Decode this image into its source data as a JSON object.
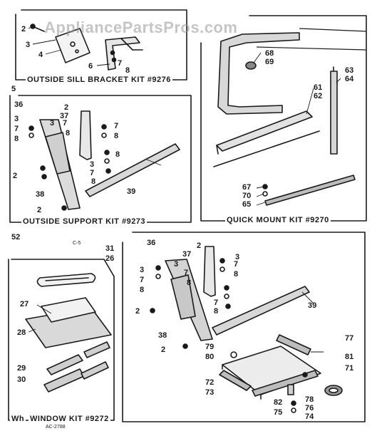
{
  "watermark": "AppliancePartsPros.com",
  "kits": {
    "sill_bracket": "OUTSIDE SILL BRACKET KIT #9276",
    "support": "OUTSIDE SUPPORT KIT #9273",
    "quick_mount": "QUICK MOUNT KIT #9270",
    "window": "WINDOW KIT #9272"
  },
  "window_kit_prefix": "Wh",
  "ref_code": "AC-2788",
  "c_label": "C-5",
  "labels": {
    "p2a": "2",
    "p3a": "3",
    "p4a": "4",
    "p5a": "5",
    "p6a": "6",
    "p7a": "7",
    "p8a": "8",
    "p68": "68",
    "p69": "69",
    "p61": "61",
    "p62": "62",
    "p63": "63",
    "p64": "64",
    "p67": "67",
    "p70": "70",
    "p65": "65",
    "p36a": "36",
    "p2b": "2",
    "p37a": "37",
    "p3b": "3",
    "p7b": "7",
    "p8b": "8",
    "p3c": "3",
    "p7c": "7",
    "p8c": "8",
    "p7d": "7",
    "p8d": "8",
    "p8e": "8",
    "p3d": "3",
    "p7e": "7",
    "p8f": "8",
    "p2c": "2",
    "p38a": "38",
    "p39a": "39",
    "p2d": "2",
    "p52": "52",
    "p31": "31",
    "p26": "26",
    "p36b": "36",
    "p2e": "2",
    "p37b": "37",
    "p3e": "3",
    "p7f": "7",
    "p8g": "8",
    "p3f": "3",
    "p7g": "7",
    "p8h": "8",
    "p7h": "7",
    "p8i": "8",
    "p3g": "3",
    "p7i": "7",
    "p8j": "8",
    "p2f": "2",
    "p38b": "38",
    "p2g": "2",
    "p39b": "39",
    "p79": "79",
    "p80": "80",
    "p77": "77",
    "p81": "81",
    "p71": "71",
    "p72": "72",
    "p73": "73",
    "p82": "82",
    "p75": "75",
    "p78": "78",
    "p76": "76",
    "p74": "74",
    "p27": "27",
    "p28": "28",
    "p29": "29",
    "p30": "30"
  }
}
